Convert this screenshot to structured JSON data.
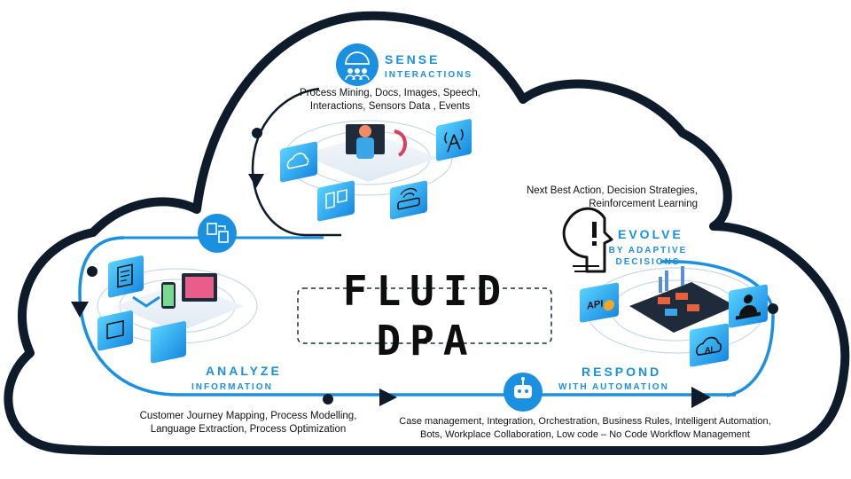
{
  "center": {
    "line1": "FLUID",
    "line2": "DPA"
  },
  "sense": {
    "title": "SENSE",
    "subtitle": "INTERACTIONS",
    "desc1": "Process Mining, Docs, Images, Speech,",
    "desc2": "Interactions, Sensors Data , Events"
  },
  "analyze": {
    "title": "ANALYZE",
    "subtitle": "INFORMATION",
    "desc1": "Customer Journey Mapping, Process Modelling,",
    "desc2": "Language Extraction, Process Optimization"
  },
  "evolve": {
    "title": "EVOLVE",
    "subtitle1": "BY ADAPTIVE",
    "subtitle2": "DECISIONS",
    "desc1": "Next Best Action, Decision Strategies,",
    "desc2": "Reinforcement Learning"
  },
  "respond": {
    "title": "RESPOND",
    "subtitle": "WITH AUTOMATION",
    "desc1": "Case management, Integration, Orchestration, Business Rules, Intelligent Automation,",
    "desc2": "Bots, Workplace Collaboration, Low code – No Code Workflow Management"
  },
  "tile_labels": {
    "api": "API",
    "ai": "AI"
  },
  "colors": {
    "accent": "#1b8fe0",
    "outline": "#0d1b2a",
    "tile": "#29b6f6"
  }
}
